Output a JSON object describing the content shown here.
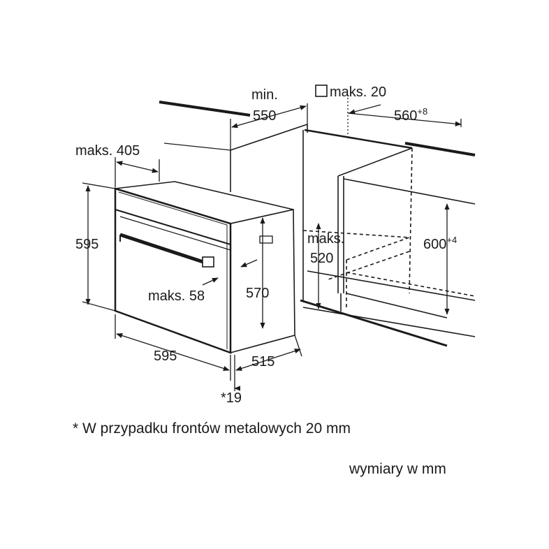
{
  "labels": {
    "min_550_a": "min.",
    "min_550_b": "550",
    "maks_20": "maks. 20",
    "dim_560": "560",
    "dim_560_sup": "+8",
    "maks_405": "maks. 405",
    "dim_595_h": "595",
    "dim_600": "600",
    "dim_600_sup": "+4",
    "maks_520_a": "maks.",
    "maks_520_b": "520",
    "maks_58": "maks. 58",
    "dim_570": "570",
    "dim_595_w": "595",
    "dim_515": "515",
    "dim_19": "*19"
  },
  "footnote": "* W przypadku frontów metalowych 20 mm",
  "units_note": "wymiary w mm"
}
